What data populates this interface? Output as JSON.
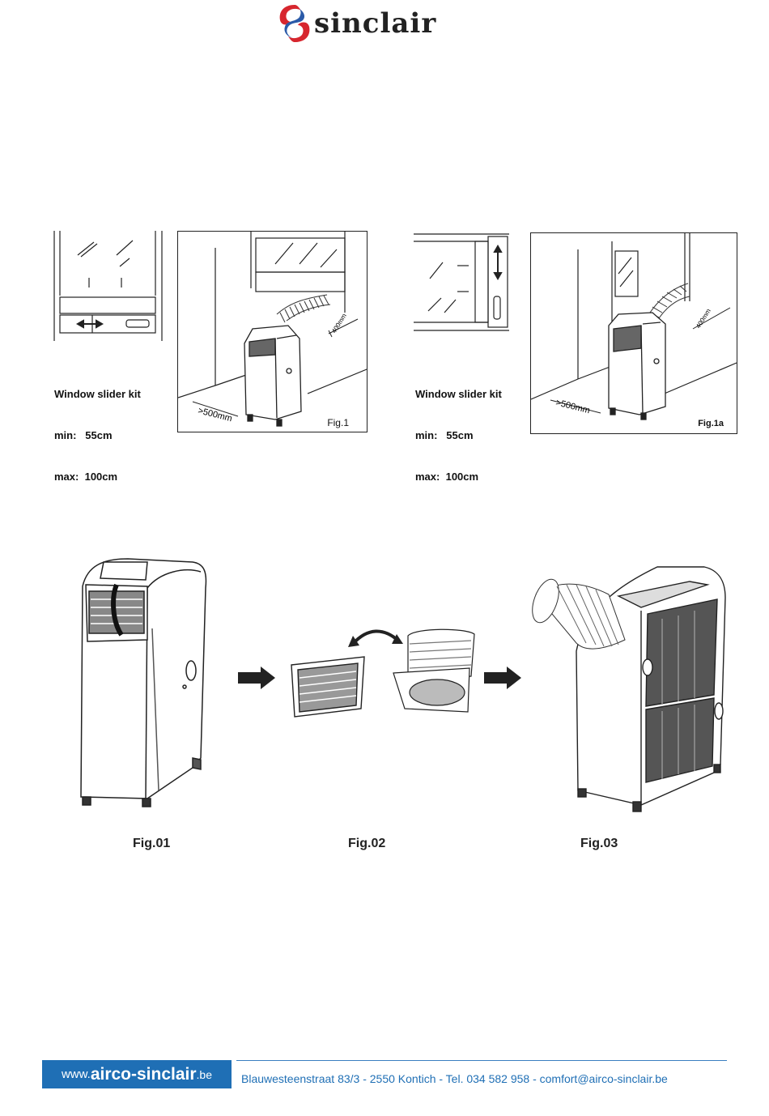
{
  "brand": {
    "name": "sinclair",
    "colors": {
      "red": "#d7262e",
      "blue": "#2a5aa8",
      "footer_blue": "#1f6fb5"
    }
  },
  "installation": {
    "left": {
      "kit_title": "Window slider kit",
      "min_label": "min:",
      "min_value": "55cm",
      "max_label": "max:",
      "max_value": "100cm",
      "dim_floor": ">500mm",
      "dim_hose": "400mm",
      "fig_label": "Fig.1"
    },
    "right": {
      "kit_title": "Window slider kit",
      "min_label": "min:",
      "min_value": "55cm",
      "max_label": "max:",
      "max_value": "100cm",
      "dim_floor": ">500mm",
      "dim_hose": "400mm",
      "fig_label": "Fig.1a"
    }
  },
  "steps": {
    "fig01": "Fig.01",
    "fig02": "Fig.02",
    "fig03": "Fig.03"
  },
  "footer": {
    "url_prefix": "www.",
    "url_main": "airco-sinclair",
    "url_suffix": ".be",
    "address": "Blauwesteenstraat 83/3 - 2550 Kontich - Tel. 034 582 958  - comfort@airco-sinclair.be"
  }
}
